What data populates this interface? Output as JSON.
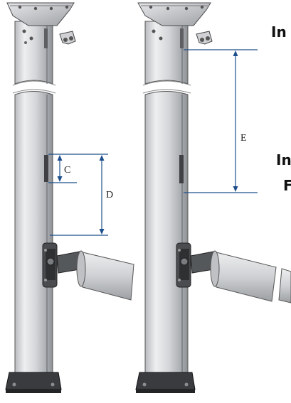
{
  "dimension_labels": {
    "c": "C",
    "d": "D",
    "e": "E"
  },
  "side_text": {
    "line1": "In",
    "line2": "In",
    "line3": "F"
  },
  "colors": {
    "mast": "#d9dadc",
    "mast_shade": "#9fa1a5",
    "dark_part": "#3a3b3e",
    "dimension_line": "#1d4f8c"
  },
  "components": {
    "head": "mast-head-fitting",
    "track": "sail-track",
    "base": "mast-step-base",
    "gooseneck": "gooseneck-fitting",
    "boom": "boom"
  }
}
